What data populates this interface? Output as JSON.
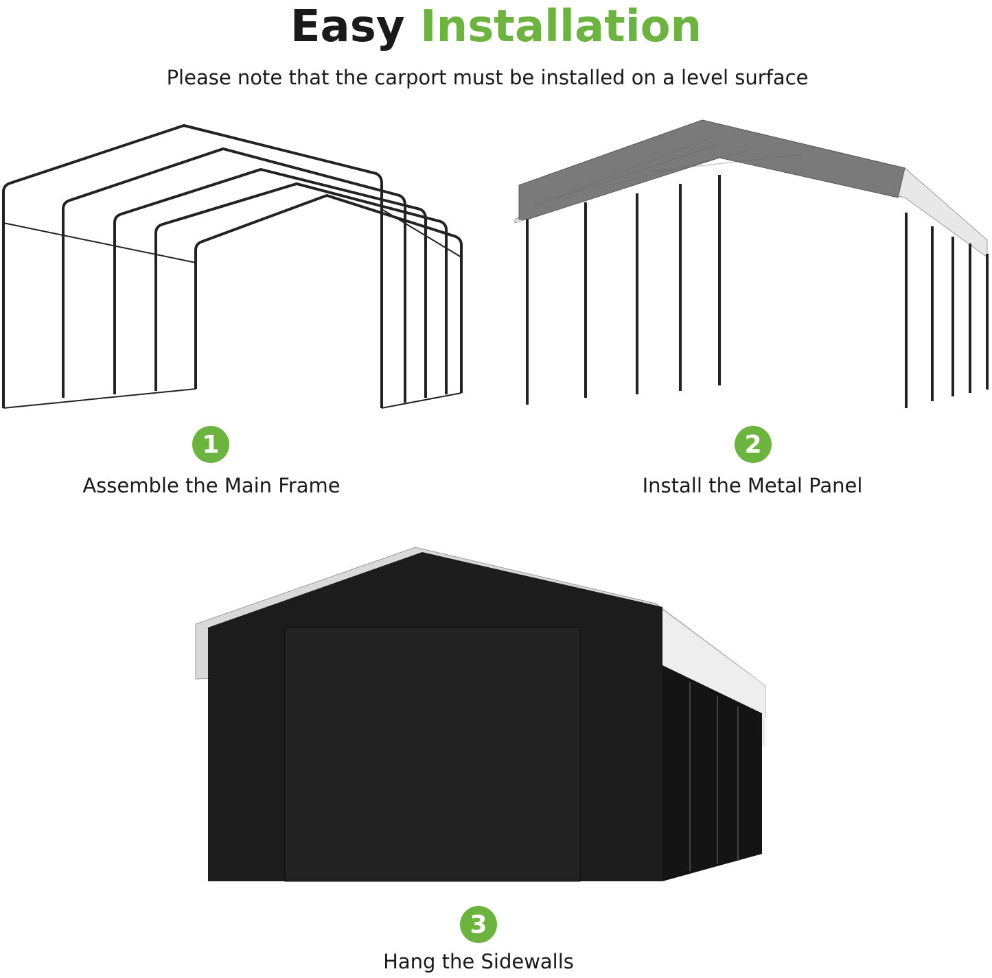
{
  "header": {
    "title_part1": "Easy",
    "title_part2": "Installation",
    "subtitle": "Please note that the carport must be installed on a level surface"
  },
  "steps": [
    {
      "number": "1",
      "label": "Assemble the Main Frame"
    },
    {
      "number": "2",
      "label": "Install the Metal Panel"
    },
    {
      "number": "3",
      "label": "Hang the Sidewalls"
    }
  ],
  "colors": {
    "accent": "#6db33f",
    "text": "#1a1a1a",
    "frame": "#222222",
    "panel": "#7a7a7a",
    "sidewall": "#1c1c1c"
  }
}
